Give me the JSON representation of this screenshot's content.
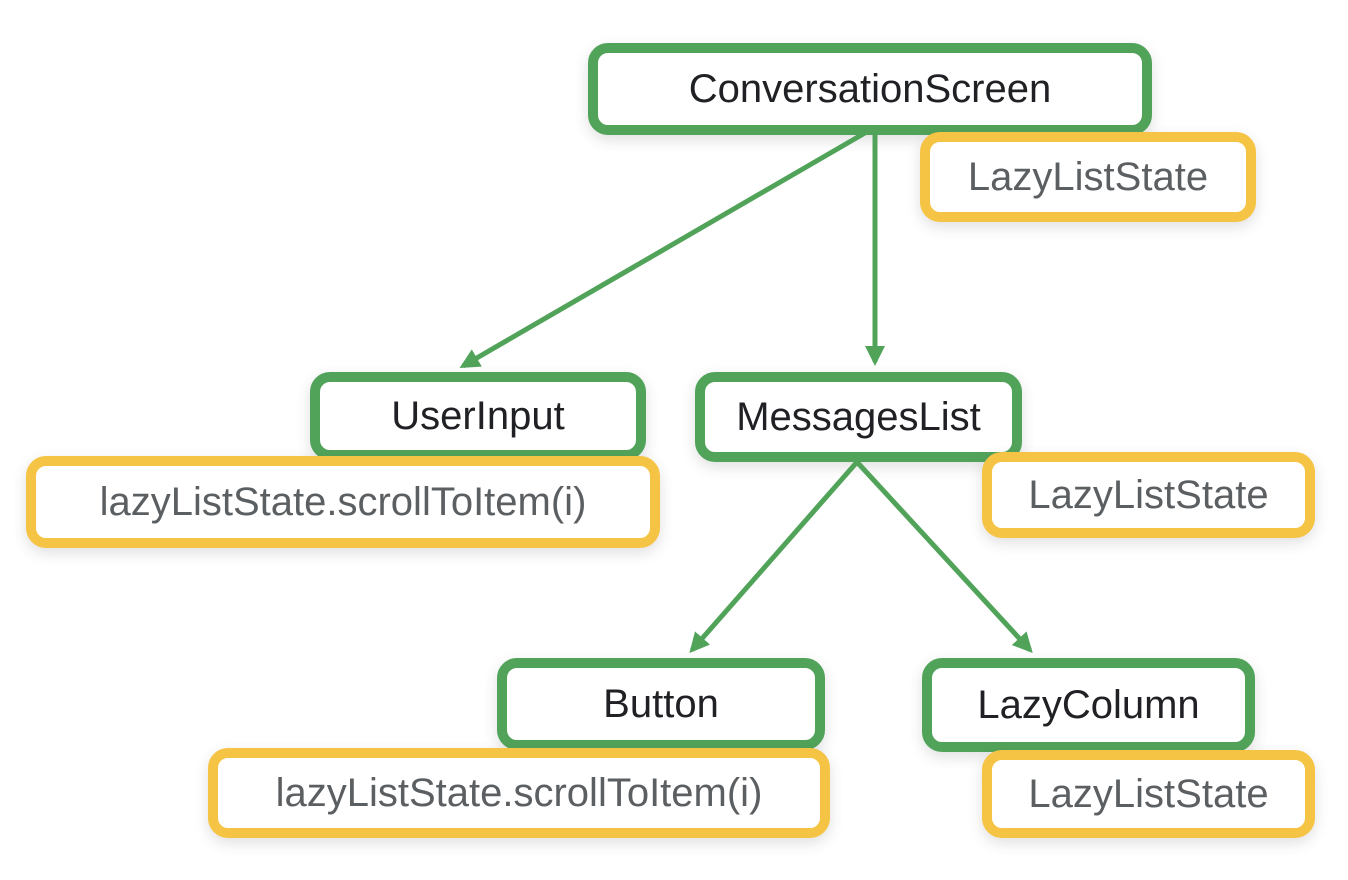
{
  "colors": {
    "composable_border": "#52A35A",
    "state_border": "#F6C445",
    "composable_text": "#202124",
    "state_text": "#5C5F62",
    "edge": "#52A35A",
    "background": "#ffffff"
  },
  "nodes": [
    {
      "id": "conversation-screen",
      "label": "ConversationScreen",
      "attached": "LazyListState"
    },
    {
      "id": "user-input",
      "label": "UserInput",
      "attached": "lazyListState.scrollToItem(i)"
    },
    {
      "id": "messages-list",
      "label": "MessagesList",
      "attached": "LazyListState"
    },
    {
      "id": "button",
      "label": "Button",
      "attached": "lazyListState.scrollToItem(i)"
    },
    {
      "id": "lazy-column",
      "label": "LazyColumn",
      "attached": "LazyListState"
    }
  ],
  "edges": [
    {
      "from": "ConversationScreen",
      "to": "UserInput"
    },
    {
      "from": "ConversationScreen",
      "to": "MessagesList"
    },
    {
      "from": "MessagesList",
      "to": "Button"
    },
    {
      "from": "MessagesList",
      "to": "LazyColumn"
    }
  ]
}
